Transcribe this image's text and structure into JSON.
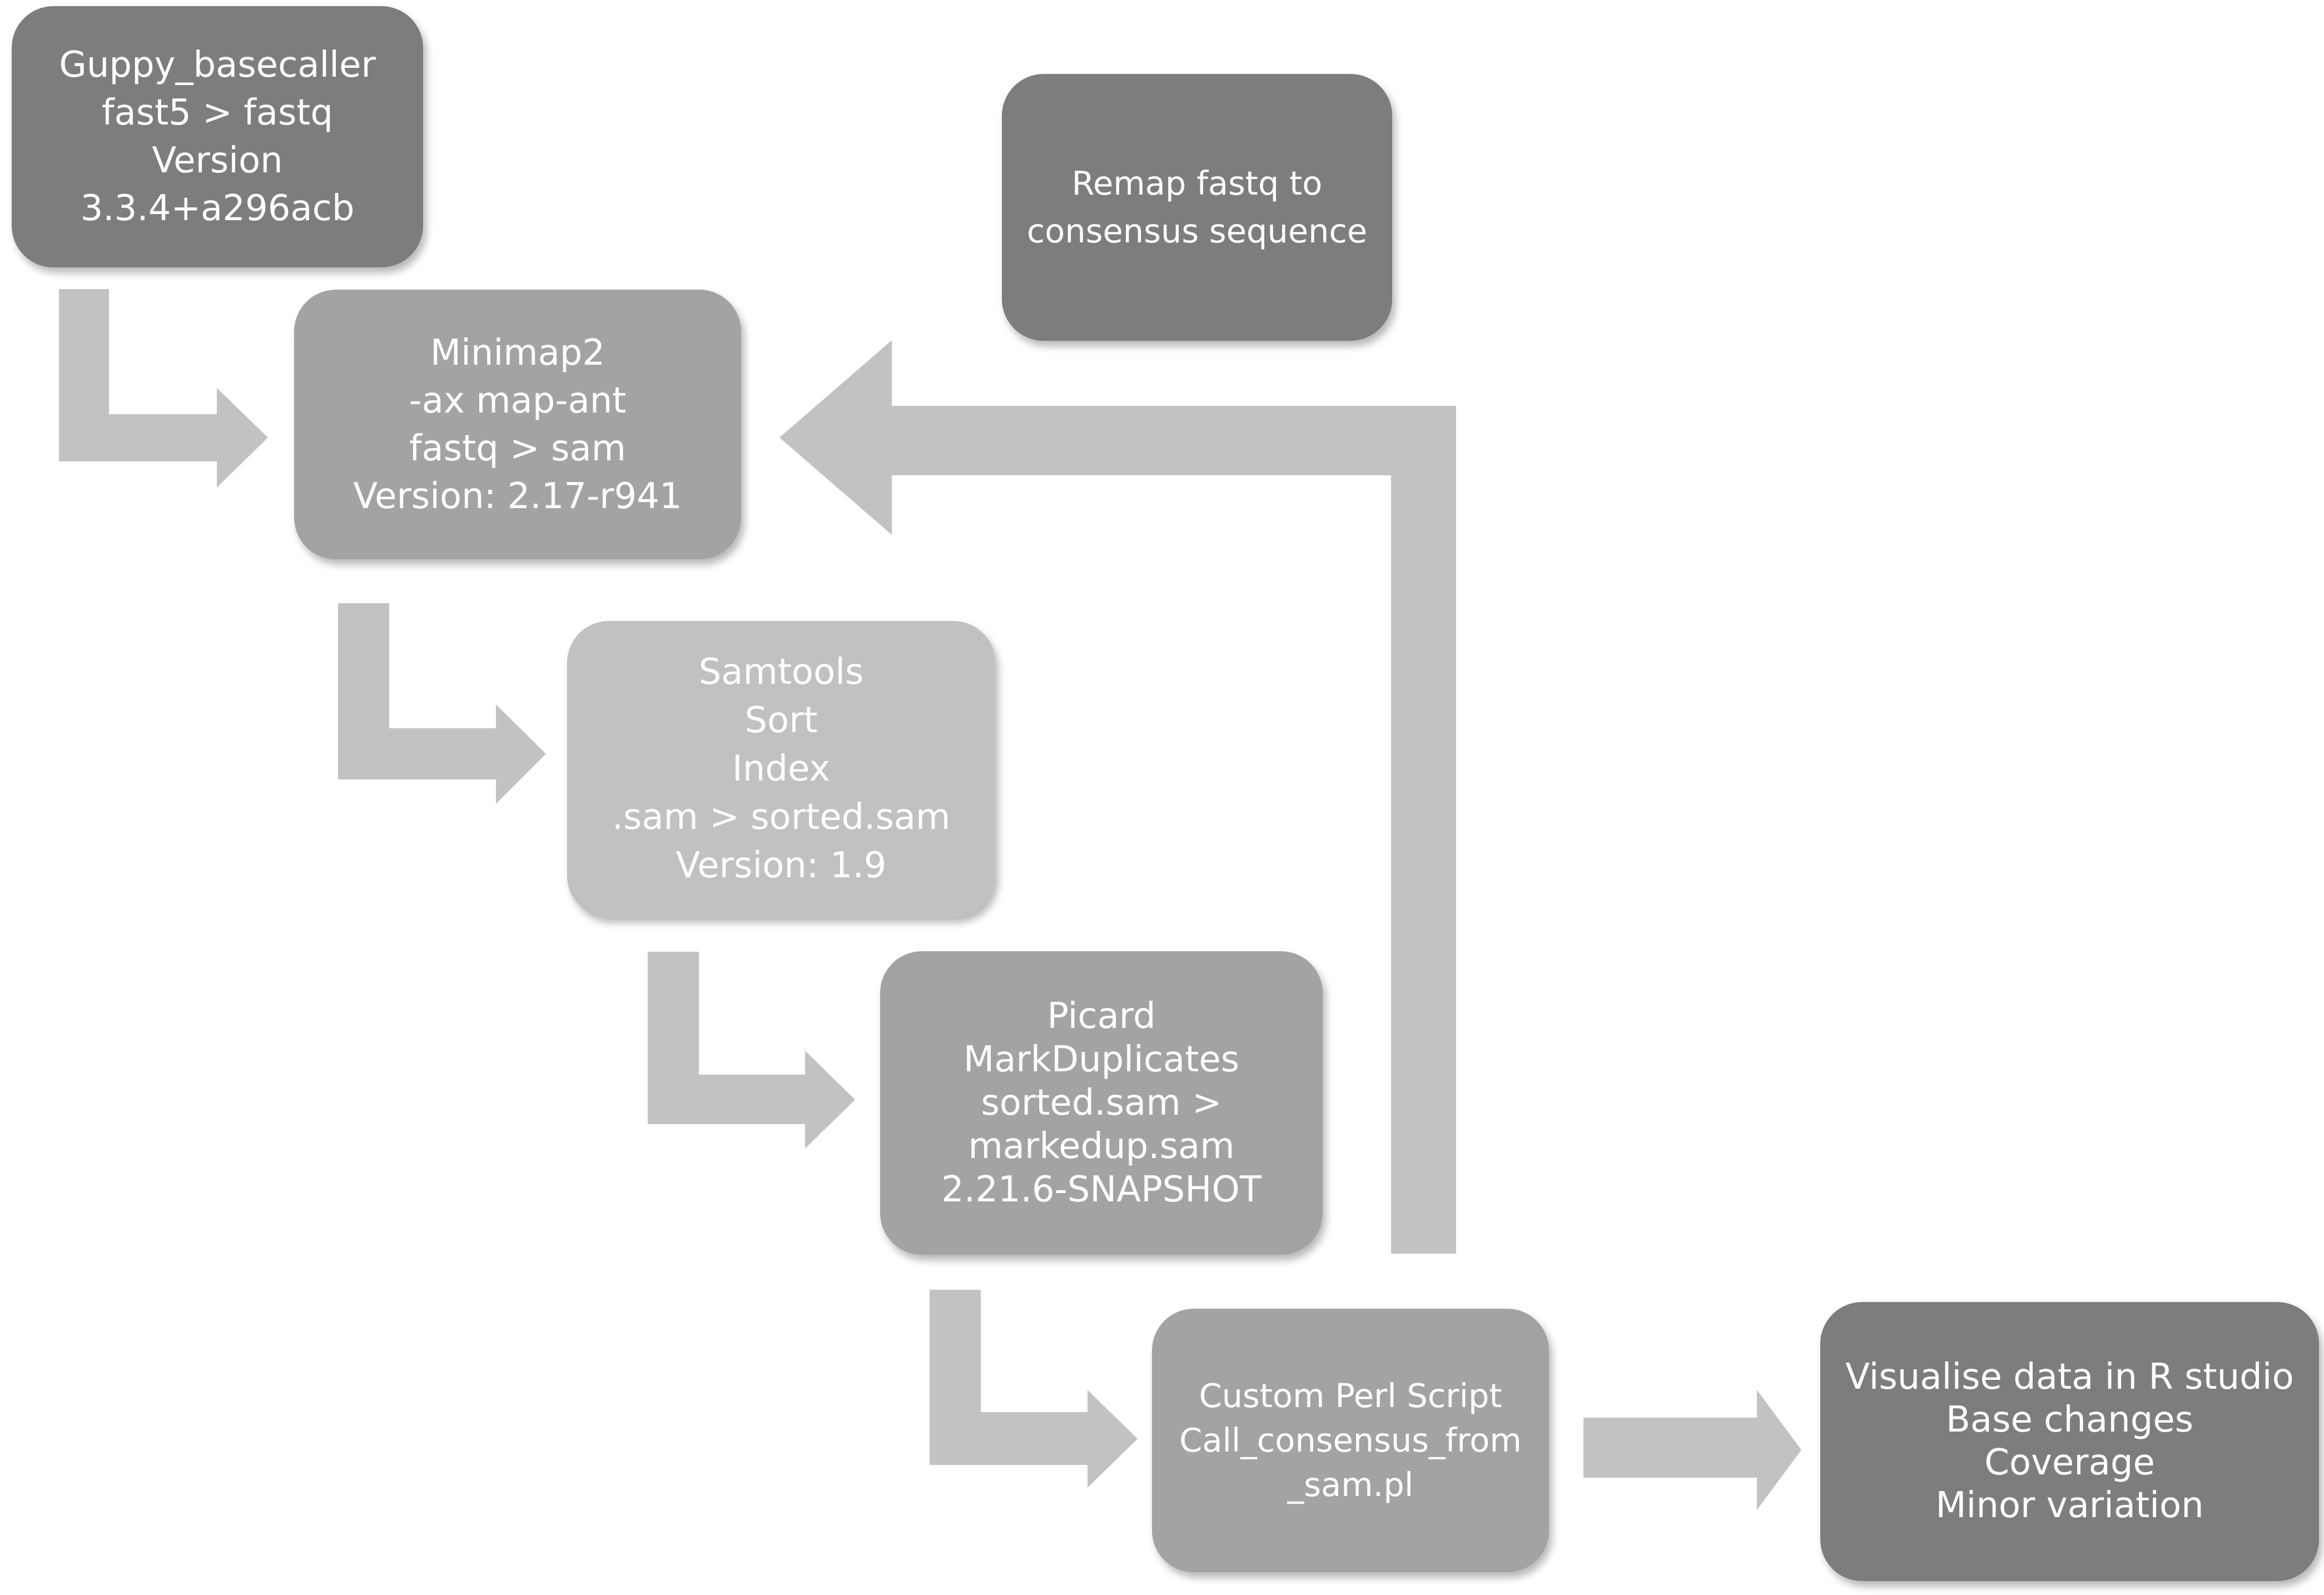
{
  "colors": {
    "dark_box": "#7d7d7d",
    "mid_box": "#a3a3a3",
    "light_box": "#c1c1c1",
    "arrow": "#c2c2c2",
    "text": "#ffffff"
  },
  "boxes": {
    "guppy": [
      "Guppy_basecaller",
      "fast5 > fastq",
      "Version",
      "3.3.4+a296acb"
    ],
    "remap": [
      "Remap fastq to",
      "consensus sequence"
    ],
    "minimap": [
      "Minimap2",
      "-ax map-ant",
      "fastq > sam",
      "Version: 2.17-r941"
    ],
    "samtools": [
      "Samtools",
      "Sort",
      "Index",
      ".sam > sorted.sam",
      "Version: 1.9"
    ],
    "picard": [
      "Picard",
      "MarkDuplicates",
      "sorted.sam >",
      "markedup.sam",
      "2.21.6-SNAPSHOT"
    ],
    "perl": [
      "Custom Perl Script",
      "Call_consensus_from",
      "_sam.pl"
    ],
    "visualise": [
      "Visualise data in R studio",
      "Base changes",
      "Coverage",
      "Minor variation"
    ]
  }
}
